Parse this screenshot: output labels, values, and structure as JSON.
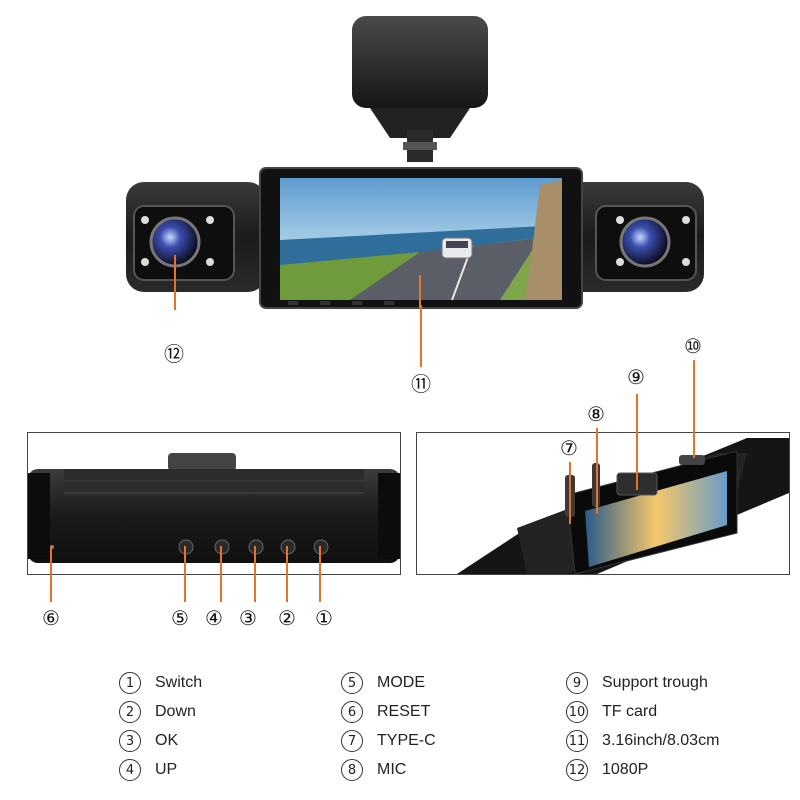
{
  "callouts": {
    "c12": "⑫",
    "c11": "⑪",
    "c10": "⑩",
    "c9": "⑨",
    "c8": "⑧",
    "c7": "⑦",
    "c6": "⑥",
    "c5": "⑤",
    "c4": "④",
    "c3": "③",
    "c2": "②",
    "c1": "①"
  },
  "legend": [
    {
      "num": "1",
      "label": "Switch"
    },
    {
      "num": "2",
      "label": "Down"
    },
    {
      "num": "3",
      "label": "OK"
    },
    {
      "num": "4",
      "label": "UP"
    },
    {
      "num": "5",
      "label": "MODE"
    },
    {
      "num": "6",
      "label": "RESET"
    },
    {
      "num": "7",
      "label": "TYPE-C"
    },
    {
      "num": "8",
      "label": "MIC"
    },
    {
      "num": "9",
      "label": "Support trough"
    },
    {
      "num": "10",
      "label": "TF card"
    },
    {
      "num": "11",
      "label": "3.16inch/8.03cm"
    },
    {
      "num": "12",
      "label": "1080P"
    }
  ],
  "colors": {
    "callout_line": "#e8722c",
    "device_body": "#1e1e1e",
    "screen_sky": "#7ab0d8"
  }
}
